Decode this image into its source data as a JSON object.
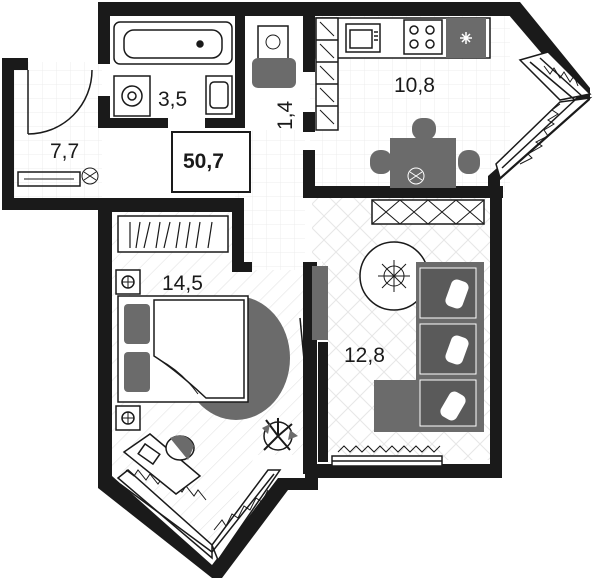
{
  "plan": {
    "total_area": "50,7",
    "rooms": [
      {
        "id": "hall",
        "area": "7,7"
      },
      {
        "id": "bathroom",
        "area": "3,5"
      },
      {
        "id": "toilet",
        "area": "1,4"
      },
      {
        "id": "kitchen",
        "area": "10,8"
      },
      {
        "id": "bedroom",
        "area": "14,5"
      },
      {
        "id": "living-room",
        "area": "12,8"
      }
    ],
    "colors": {
      "wall": "#1a1a1a",
      "furniture_gray": "#6b6b6b",
      "floor_line": "#e6e6e6",
      "background": "#ffffff"
    }
  }
}
